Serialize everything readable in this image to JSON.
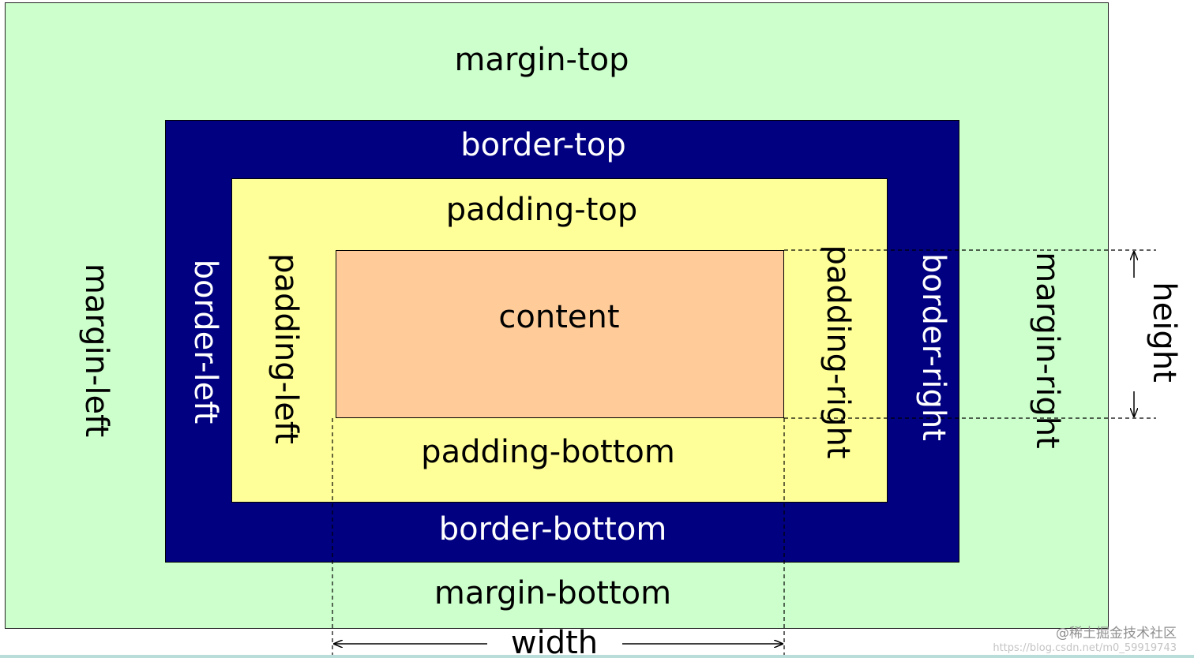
{
  "colors": {
    "margin": "#ccffcc",
    "border": "#000080",
    "padding": "#ffff99",
    "content": "#ffcc99",
    "dark_text": "#000000",
    "light_text": "#ffffff"
  },
  "labels": {
    "margin_top": "margin-top",
    "margin_left": "margin-left",
    "margin_right": "margin-right",
    "margin_bottom": "margin-bottom",
    "border_top": "border-top",
    "border_left": "border-left",
    "border_right": "border-right",
    "border_bottom": "border-bottom",
    "padding_top": "padding-top",
    "padding_left": "padding-left",
    "padding_right": "padding-right",
    "padding_bottom": "padding-bottom",
    "content": "content",
    "width": "width",
    "height": "height"
  },
  "watermark": {
    "text": "@稀土掘金技术社区",
    "url": "https://blog.csdn.net/m0_59919743"
  }
}
